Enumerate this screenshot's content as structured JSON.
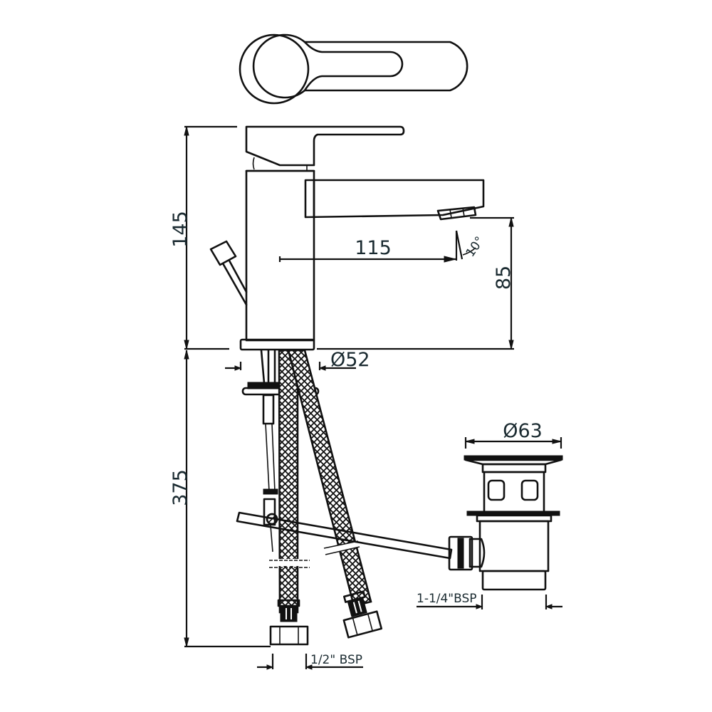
{
  "drawing": {
    "title": "Basin mixer tap with pop-up waste - technical dimension drawing",
    "views": [
      "top-view-lever",
      "side-elevation-mixer",
      "pop-up-waste"
    ],
    "line_color": "#111111",
    "text_color": "#1a2a30",
    "background": "#ffffff"
  },
  "dimensions": {
    "overall_height_above_deck": "145",
    "spout_reach": "115",
    "spout_outlet_height": "85",
    "spray_angle": "10°",
    "base_diameter": "Ø52",
    "tail_length_below_deck": "375",
    "inlet_thread": "1/2\" BSP",
    "waste_flange_diameter": "Ø63",
    "waste_thread": "1-1/4\"BSP"
  },
  "components": {
    "lever_top_view": "single lever handle (top view)",
    "body": "mixer body",
    "spout": "spout with aerator",
    "popup_rod": "pop-up waste lift rod",
    "flexible_hoses": "braided flexible hoses (2)",
    "fixing_plate": "back nut / fixing plate",
    "pull_rod": "waste linkage rod",
    "waste": "pop-up basin waste"
  }
}
